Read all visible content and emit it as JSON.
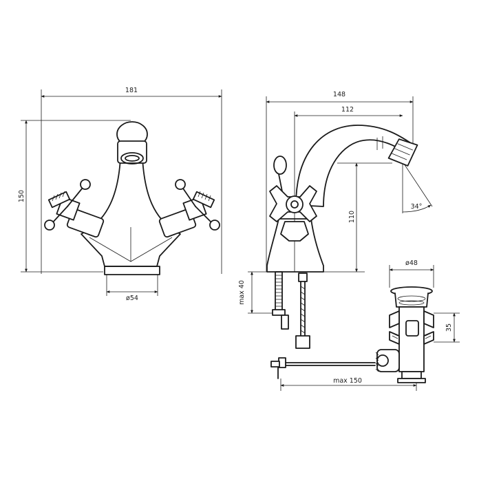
{
  "front_view": {
    "width_label": "181",
    "height_label": "150",
    "base_diameter_label": "ø54"
  },
  "side_view": {
    "overall_reach_label": "148",
    "spout_reach_label": "112",
    "spout_height_label": "110",
    "spout_angle_label": "34°",
    "deck_thickness_label": "max 40",
    "pipe_length_label": "max 150"
  },
  "waste_view": {
    "diameter_label": "ø48",
    "height_label": "35"
  },
  "colors": {
    "line": "#1a1a1a",
    "background": "#ffffff"
  }
}
